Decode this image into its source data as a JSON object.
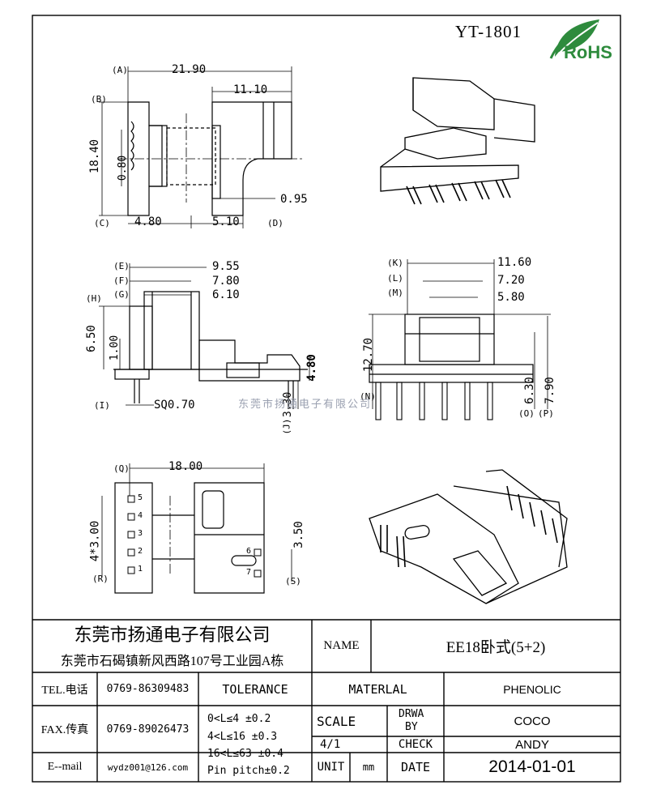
{
  "part_number": "YT-1801",
  "rohs_label": "RoHS",
  "watermark": "东莞市扬通电子有限公司",
  "top_view": {
    "labels": [
      "(A)",
      "(B)",
      "(C)",
      "(D)"
    ],
    "dims": {
      "a": "21.90",
      "b": "11.10",
      "c": "18.40",
      "d": "0.80",
      "e": "0.95",
      "f": "4.80",
      "g": "5.10"
    }
  },
  "side_view": {
    "labels": [
      "(E)",
      "(F)",
      "(G)",
      "(H)",
      "(I)",
      "(J)"
    ],
    "dims": {
      "e": "9.55",
      "f": "7.80",
      "g": "6.10",
      "h": "6.50",
      "h2": "1.00",
      "i": "SQ0.70",
      "j": "3.30",
      "k": "4.80"
    }
  },
  "front_view": {
    "labels": [
      "(K)",
      "(L)",
      "(M)",
      "(N)",
      "(O)",
      "(P)"
    ],
    "dims": {
      "k": "11.60",
      "l": "7.20",
      "m": "5.80",
      "n": "12.70",
      "o": "6.30",
      "p": "7.90"
    }
  },
  "bottom_view": {
    "labels": [
      "(Q)",
      "(R)",
      "(S)"
    ],
    "dims": {
      "q": "18.00",
      "r": "4*3.00",
      "s": "3.50"
    },
    "pins": [
      "5",
      "4",
      "3",
      "2",
      "1",
      "6",
      "7"
    ]
  },
  "title_block": {
    "company": "东莞市扬通电子有限公司",
    "address": "东莞市石碣镇新风西路107号工业园A栋",
    "name_label": "NAME",
    "name_value": "EE18卧式(5+2)",
    "tel_label": "TEL.电话",
    "tel_value": "0769-86309483",
    "fax_label": "FAX.传真",
    "fax_value": "0769-89026473",
    "email_label": "E--mail",
    "email_value": "wydz001@126.com",
    "tolerance_label": "TOLERANCE",
    "tol_1": "0<L≤4   ±0.2",
    "tol_2": "4<L≤16  ±0.3",
    "tol_3": "16<L≤63 ±0.4",
    "tol_4": "Pin pitch±0.2",
    "material_label": "MATERLAL",
    "material_value": "PHENOLIC",
    "scale_label": "SCALE",
    "scale_value": "4/1",
    "drawn_label_1": "DRWA",
    "drawn_label_2": "BY",
    "drawn_value": "COCO",
    "check_label": "CHECK",
    "check_value": "ANDY",
    "unit_label": "UNIT",
    "unit_value": "mm",
    "date_label": "DATE",
    "date_value": "2014-01-01"
  }
}
